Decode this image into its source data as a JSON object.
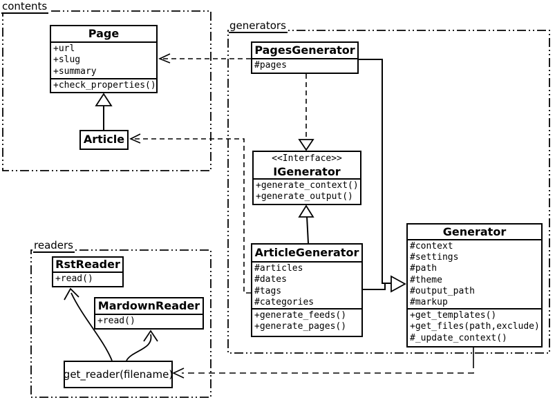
{
  "packages": {
    "contents": {
      "label": "contents"
    },
    "generators": {
      "label": "generators"
    },
    "readers": {
      "label": "readers"
    }
  },
  "classes": {
    "page": {
      "name": "Page",
      "attributes": [
        "+url",
        "+slug",
        "+summary"
      ],
      "methods": [
        "+check_properties()"
      ]
    },
    "article": {
      "name": "Article"
    },
    "pages_generator": {
      "name": "PagesGenerator",
      "attributes": [
        "#pages"
      ]
    },
    "igenerator": {
      "stereotype": "<<Interface>>",
      "name": "IGenerator",
      "methods": [
        "+generate_context()",
        "+generate_output()"
      ]
    },
    "article_generator": {
      "name": "ArticleGenerator",
      "attributes": [
        "#articles",
        "#dates",
        "#tags",
        "#categories"
      ],
      "methods": [
        "+generate_feeds()",
        "+generate_pages()"
      ]
    },
    "generator": {
      "name": "Generator",
      "attributes": [
        "#context",
        "#settings",
        "#path",
        "#theme",
        "#output_path",
        "#markup"
      ],
      "methods": [
        "+get_templates()",
        "+get_files(path,exclude)",
        "#_update_context()"
      ]
    },
    "rst_reader": {
      "name": "RstReader",
      "methods": [
        "+read()"
      ]
    },
    "markdown_reader": {
      "name": "MardownReader",
      "methods": [
        "+read()"
      ]
    },
    "get_reader": {
      "label": "get_reader(filename)"
    }
  },
  "colors": {
    "line": "#000000",
    "background": "#ffffff"
  },
  "relations": {
    "article_extends_page": "Article --|> Page",
    "pagesgenerator_uses_page": "PagesGenerator ..> Page",
    "articlegenerator_uses_article": "ArticleGenerator ..> Article",
    "pagesgenerator_realizes_igenerator": "PagesGenerator ..|> IGenerator",
    "articlegenerator_extends_igenerator": "ArticleGenerator --|> IGenerator",
    "generators_extend_generator": "PagesGenerator, ArticleGenerator --|> Generator",
    "generator_uses_get_reader": "Generator ..> get_reader(filename)",
    "get_reader_calls_readers": "get_reader -> RstReader, MardownReader"
  }
}
